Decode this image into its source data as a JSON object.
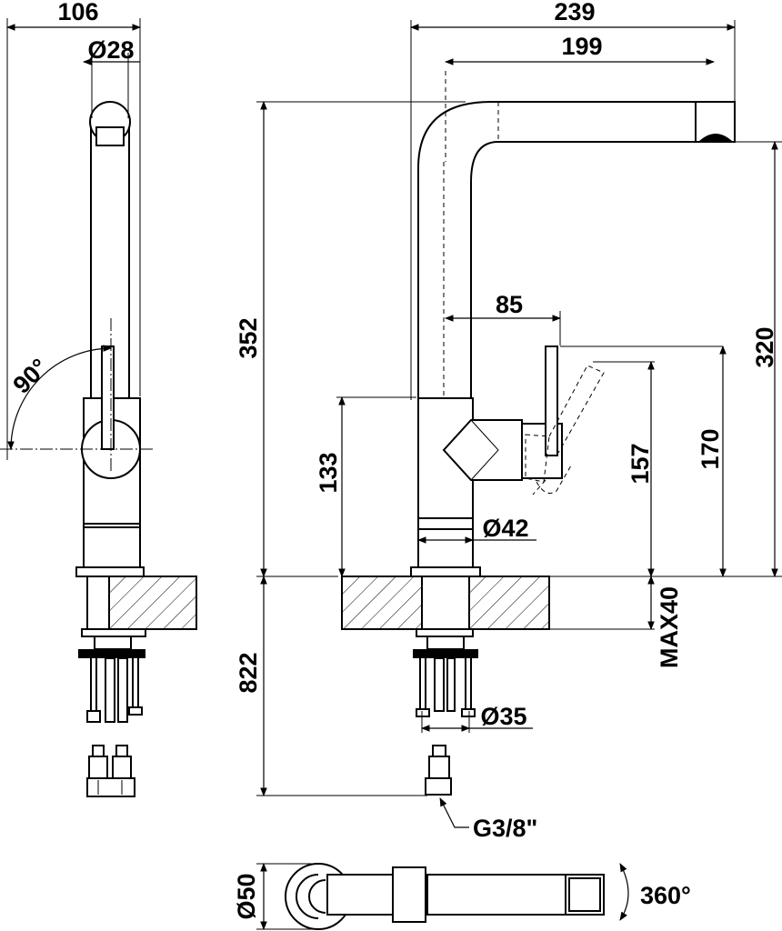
{
  "drawing": {
    "side_view": {
      "width_label": "106",
      "lever_diameter_label": "Ø28",
      "rotation_angle_label": "90°"
    },
    "front_view": {
      "spout_reach_label": "239",
      "spout_reach_inner_label": "199",
      "lever_offset_label": "85",
      "total_height_label": "352",
      "spout_height_label": "320",
      "lever_open_height_label": "170",
      "lever_height_label": "157",
      "body_height_label": "133",
      "body_diameter_label": "Ø42",
      "shank_diameter_label": "Ø35",
      "max_counter_thickness_label": "MAX40",
      "hose_length_label": "822",
      "connection_thread_label": "G3/8\""
    },
    "top_view": {
      "base_diameter_label": "Ø50",
      "swivel_label": "360°"
    }
  }
}
